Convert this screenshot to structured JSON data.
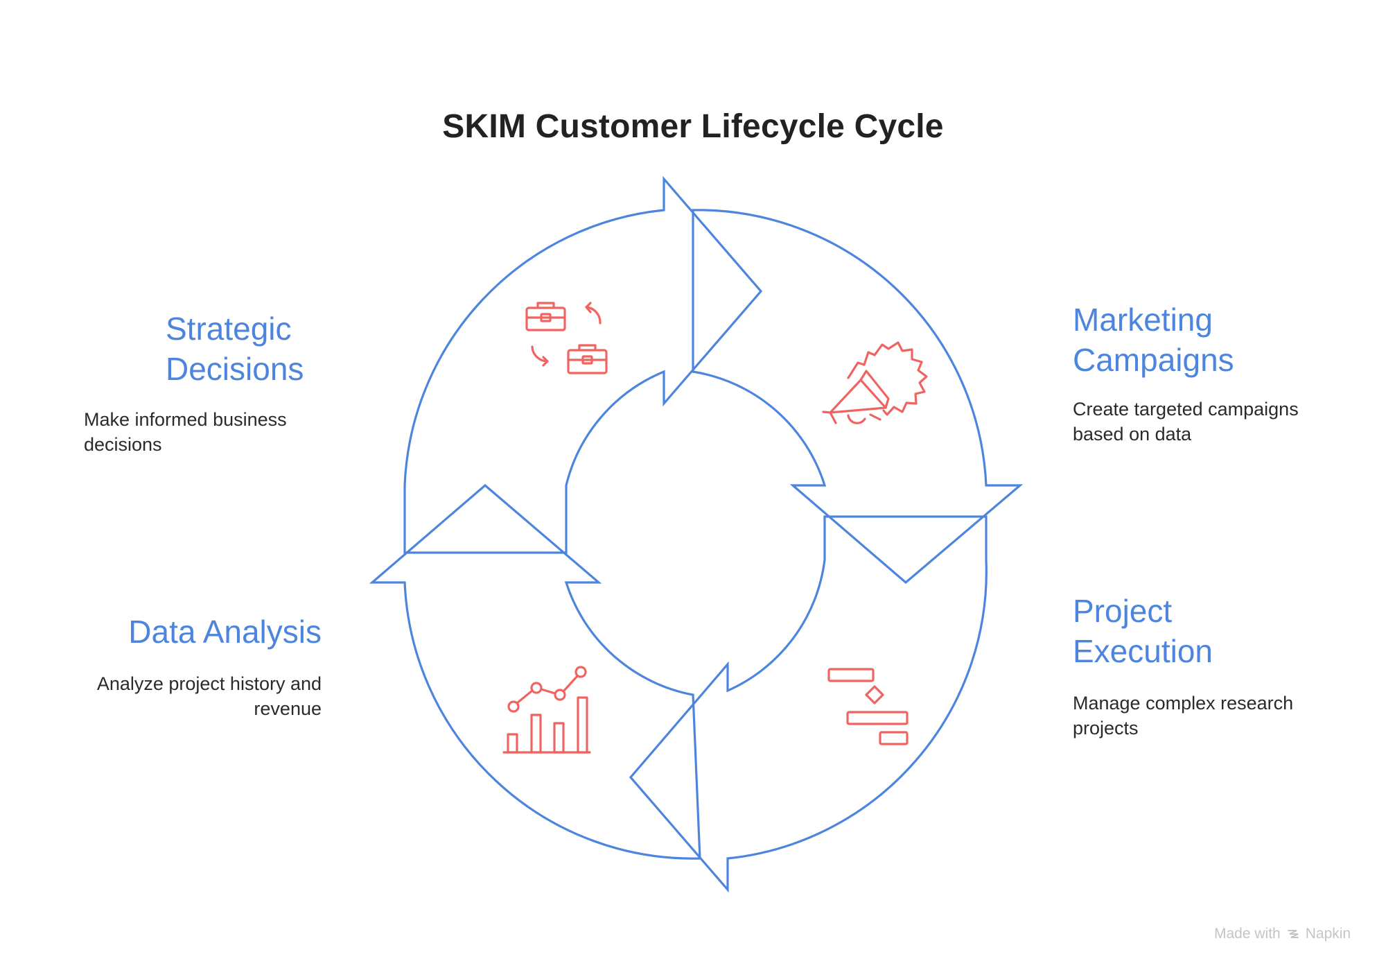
{
  "title": "SKIM Customer Lifecycle Cycle",
  "colors": {
    "arrow_stroke": "#4d85de",
    "icon_stroke": "#ef6461",
    "heading": "#4d85de",
    "body_text": "#2a2a2a",
    "title_text": "#222222",
    "watermark": "#c4c4c4"
  },
  "stages": [
    {
      "id": "marketing-campaigns",
      "heading_lines": [
        "Marketing",
        "Campaigns"
      ],
      "description_lines": [
        "Create targeted campaigns",
        "based on data"
      ],
      "icon": "megaphone-icon"
    },
    {
      "id": "project-execution",
      "heading_lines": [
        "Project",
        "Execution"
      ],
      "description_lines": [
        "Manage complex research",
        "projects"
      ],
      "icon": "gantt-chart-icon"
    },
    {
      "id": "data-analysis",
      "heading_lines": [
        "Data Analysis"
      ],
      "description_lines": [
        "Analyze project history and",
        "revenue"
      ],
      "icon": "bar-line-chart-icon"
    },
    {
      "id": "strategic-decisions",
      "heading_lines": [
        "Strategic",
        "Decisions"
      ],
      "description_lines": [
        "Make informed business",
        "decisions"
      ],
      "icon": "briefcase-exchange-icon"
    }
  ],
  "watermark": {
    "prefix": "Made with",
    "brand": "Napkin",
    "icon": "napkin-logo-icon"
  }
}
